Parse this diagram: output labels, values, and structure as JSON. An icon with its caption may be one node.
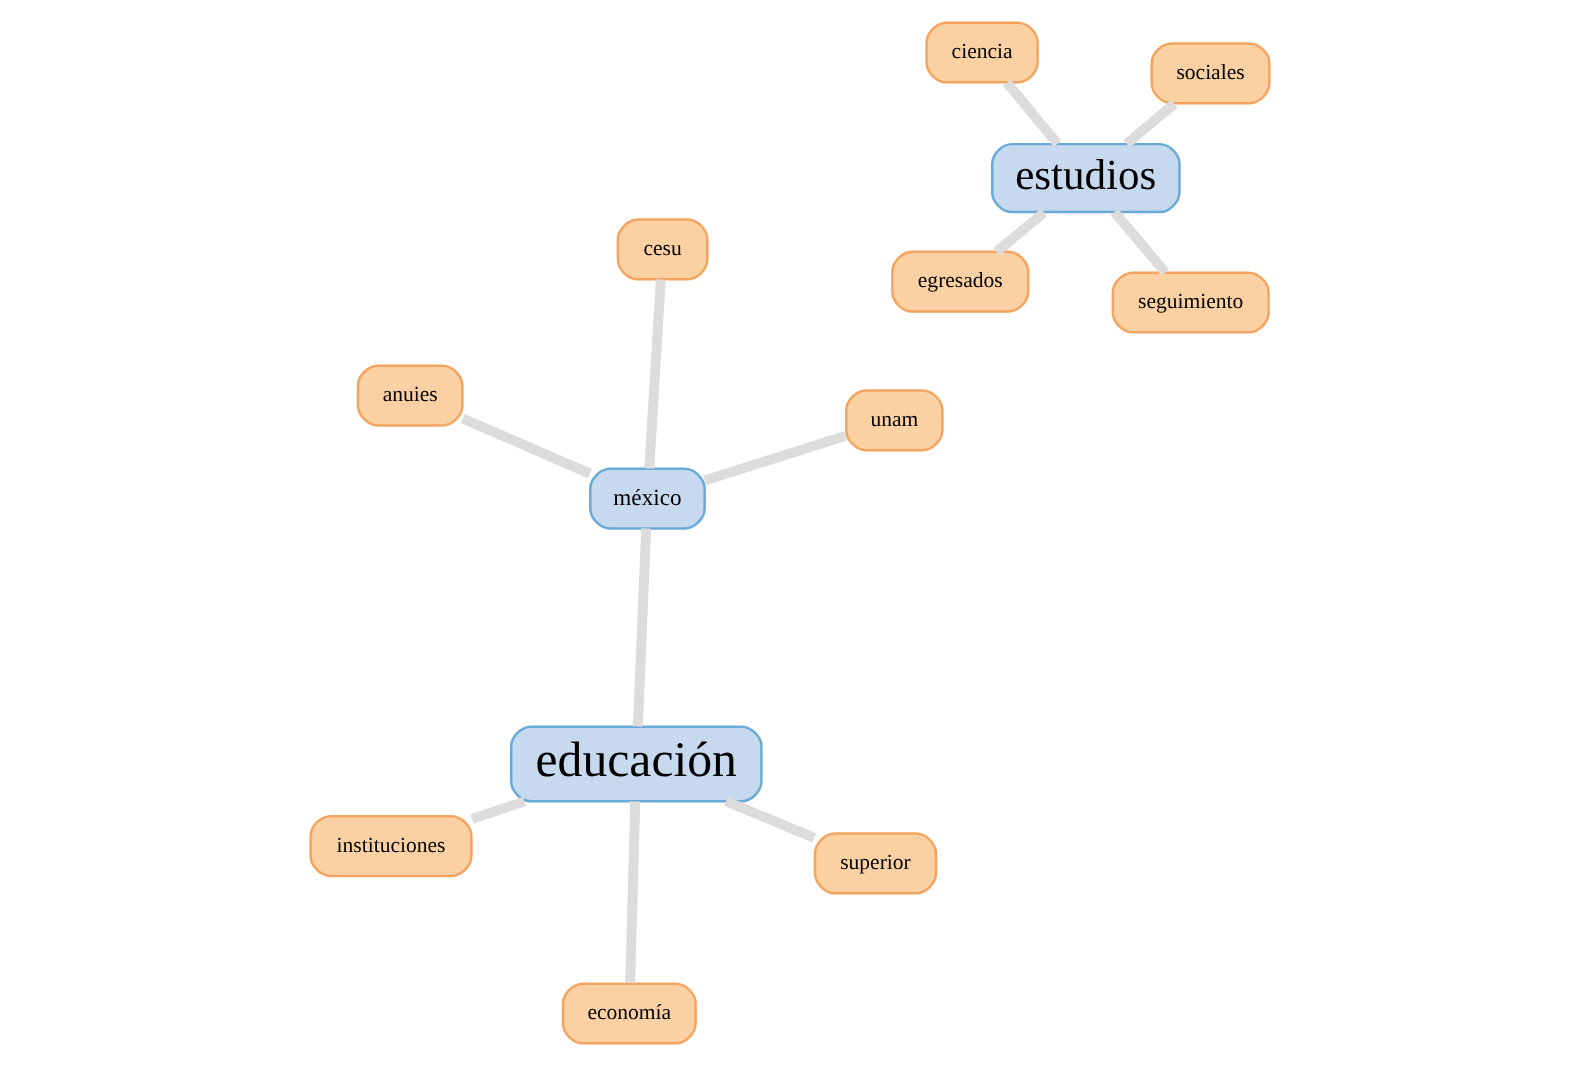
{
  "diagram": {
    "nodes": [
      {
        "text": [
          "anuies"
        ]
      },
      {
        "text": [
          "egresados"
        ]
      },
      {
        "text": [
          "unam"
        ]
      },
      {
        "text": [
          "seguimiento"
        ]
      },
      {
        "text": [
          "estudios"
        ]
      },
      {
        "text": [
          "economía"
        ]
      },
      {
        "text": [
          "méxico"
        ]
      },
      {
        "text": [
          "ciencia"
        ]
      },
      {
        "text": [
          "sociales"
        ]
      },
      {
        "text": [
          "cesu"
        ]
      },
      {
        "text": [
          "educación"
        ]
      },
      {
        "text": [
          "instituciones"
        ]
      },
      {
        "text": [
          "superior"
        ]
      }
    ],
    "edges": [
      {
        "from": 4,
        "to": 1,
        "arrow": "none"
      },
      {
        "from": 4,
        "to": 3,
        "arrow": "none"
      },
      {
        "from": 4,
        "to": 7,
        "arrow": "none"
      },
      {
        "from": 4,
        "to": 8,
        "arrow": "none"
      },
      {
        "from": 10,
        "to": 5,
        "arrow": "none"
      },
      {
        "from": 10,
        "to": 6,
        "arrow": "none"
      },
      {
        "from": 6,
        "to": 2,
        "arrow": "none"
      },
      {
        "from": 0,
        "to": 6,
        "arrow": "none"
      },
      {
        "from": 6,
        "to": 9,
        "arrow": "none"
      },
      {
        "from": 10,
        "to": 11,
        "arrow": "none"
      },
      {
        "from": 10,
        "to": 12,
        "arrow": "none"
      }
    ]
  }
}
